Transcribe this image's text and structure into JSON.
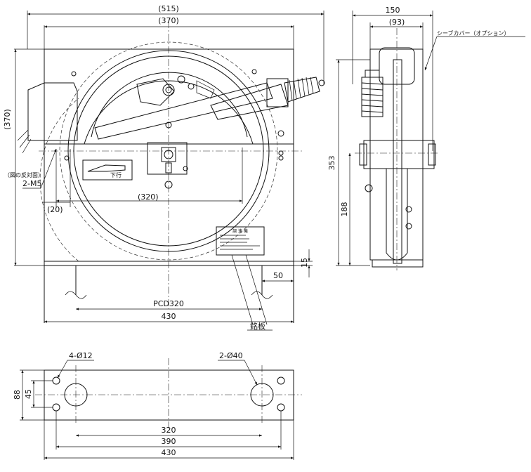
{
  "front_view": {
    "dims": {
      "overall_width": "(515)",
      "shaft_width": "(370)",
      "left_height": "(370)",
      "reference_length": "(320)",
      "offset_20": "(20)",
      "pcd": "PCD320",
      "base_width": "430",
      "offset_50": "50",
      "base_thickness": "15"
    },
    "labels": {
      "reverse_side_note": "（図の反対面）",
      "screw_callout": "2-M5",
      "direction_arrow": "下行",
      "nameplate_callout": "銘板"
    }
  },
  "side_view": {
    "dims": {
      "width": "150",
      "inner_width": "(93)",
      "height": "353",
      "center_height": "188"
    },
    "labels": {
      "sheave_cover": "シーブカバー（オプション）"
    }
  },
  "base_plan": {
    "dims": {
      "depth": "88",
      "hole_spacing_v": "45",
      "hole_pitch_320": "320",
      "hole_pitch_390": "390",
      "overall_430": "430"
    },
    "labels": {
      "small_holes": "4-Ø12",
      "large_holes": "2-Ø40"
    }
  },
  "nameplate": {
    "heading": "調 速 機"
  }
}
